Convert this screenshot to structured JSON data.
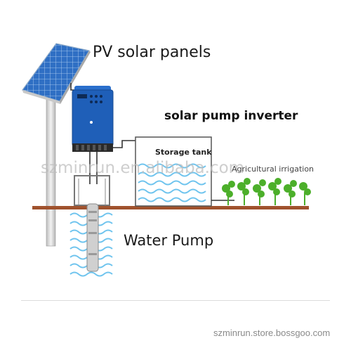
{
  "labels": {
    "pv": "PV solar panels",
    "inverter": "solar pump inverter",
    "tank": "Storage tank",
    "irrigation": "Agricultural irrigation",
    "pump": "Water Pump"
  },
  "watermark": "szminrun.en.alibaba.com",
  "footer": {
    "url": "szminrun.store.bossgoo.com"
  },
  "colors": {
    "ground": "#a0522d",
    "pole": "#d8d8d8",
    "panel": "#2f6fc4",
    "inverter": "#1f5fb8",
    "water": "#6fc4ee",
    "plant": "#4caf2a",
    "pipe": "#333333"
  },
  "icons": [
    "solar-panel-icon",
    "inverter-icon",
    "storage-tank-icon",
    "submersible-pump-icon",
    "plant-icon"
  ]
}
